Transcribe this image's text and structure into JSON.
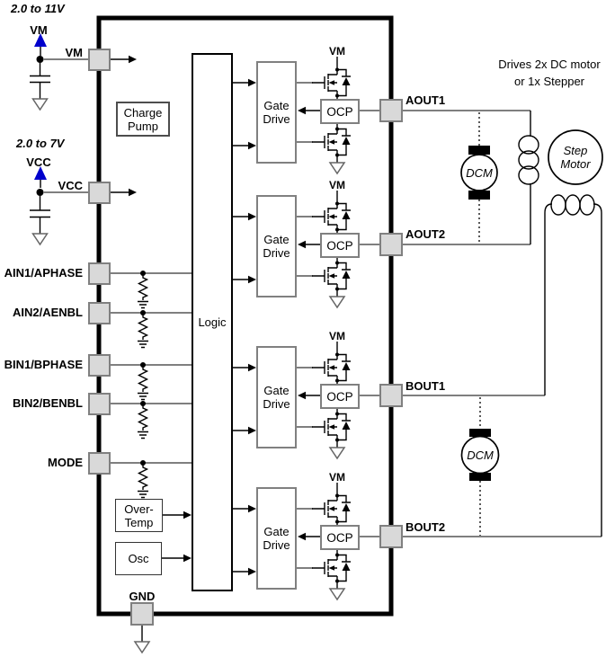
{
  "colors": {
    "accent_blue": "#0000cc",
    "wire_gray": "#7f7f7f",
    "pin_fill": "#d9d9d9",
    "pin_border": "#808080",
    "outline_black": "#000000"
  },
  "supplies": {
    "vm": {
      "range": "2.0 to 11V",
      "label": "VM",
      "pin": "VM"
    },
    "vcc": {
      "range": "2.0 to 7V",
      "label": "VCC",
      "pin": "VCC"
    }
  },
  "pins": {
    "inputs": [
      "AIN1/APHASE",
      "AIN2/AENBL",
      "BIN1/BPHASE",
      "BIN2/BENBL",
      "MODE"
    ],
    "outputs": [
      "AOUT1",
      "AOUT2",
      "BOUT1",
      "BOUT2"
    ],
    "ground": "GND"
  },
  "blocks": {
    "charge_pump": "Charge\nPump",
    "logic": "Logic",
    "gate_drive": "Gate\nDrive",
    "ocp": "OCP",
    "over_temp": "Over-\nTemp",
    "osc": "Osc",
    "vm_rail": "VM"
  },
  "annotations": {
    "drives_note": "Drives 2x DC motor\nor 1x Stepper",
    "dc_motor": "DCM",
    "step_motor": "Step\nMotor"
  }
}
